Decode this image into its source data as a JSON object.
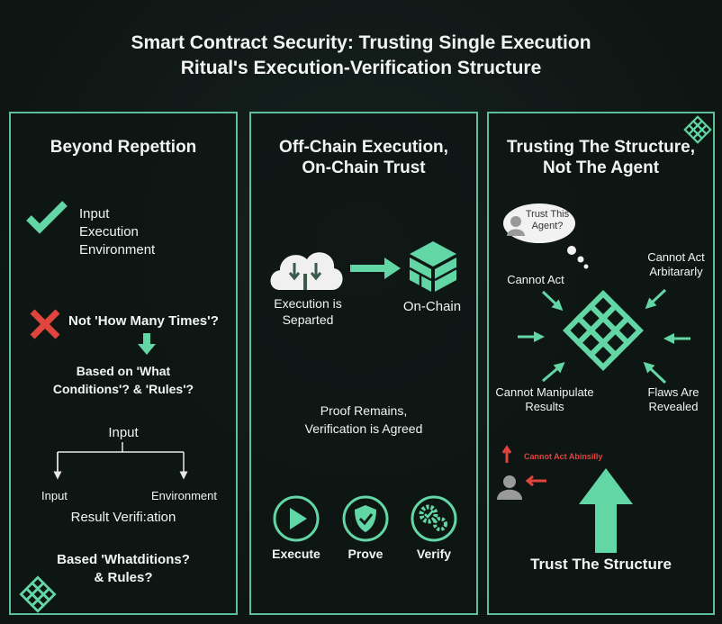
{
  "title": {
    "line1": "Smart Contract Security: Trusting Single Execution",
    "line2": "Ritual's Execution-Verification Structure"
  },
  "colors": {
    "accent": "#63d6a6",
    "border": "#5cbf98",
    "error": "#e0443c",
    "background": "#111a18"
  },
  "left": {
    "heading": "Beyond Repettion",
    "check_items": [
      "Input",
      "Execution",
      "Environment"
    ],
    "not_text": "Not 'How Many Times'?",
    "based_on": [
      "Based on 'What",
      "Conditions'? & 'Rules'?"
    ],
    "tree_root": "Input",
    "tree_left": "Input",
    "tree_right": "Environment",
    "result": "Result Verifi:ation",
    "bottom": [
      "Based 'Whatditions?",
      "& Rules?"
    ]
  },
  "middle": {
    "heading": [
      "Off-Chain Execution,",
      "On-Chain Trust"
    ],
    "cloud_label": [
      "Execution is",
      "Separted"
    ],
    "chain_label": "On-Chain",
    "proof": [
      "Proof Remains,",
      "Verification is Agreed"
    ],
    "steps": [
      {
        "label": "Execute",
        "icon": "play-icon"
      },
      {
        "label": "Prove",
        "icon": "shield-check-icon"
      },
      {
        "label": "Verify",
        "icon": "gears-check-icon"
      }
    ]
  },
  "right": {
    "heading": [
      "Trusting The Structure,",
      "Not The Agent"
    ],
    "bubble": [
      "Trust This",
      "Agent?"
    ],
    "labels": {
      "top_left": "Cannot Act",
      "top_right": [
        "Cannot Act",
        "Arbitararly"
      ],
      "bottom_left": [
        "Cannot Manipulate",
        "Results"
      ],
      "bottom_right": [
        "Flaws Are",
        "Revealed"
      ]
    },
    "red_label": "Cannot Act Abinsilly",
    "trust": "Trust The Structure"
  }
}
